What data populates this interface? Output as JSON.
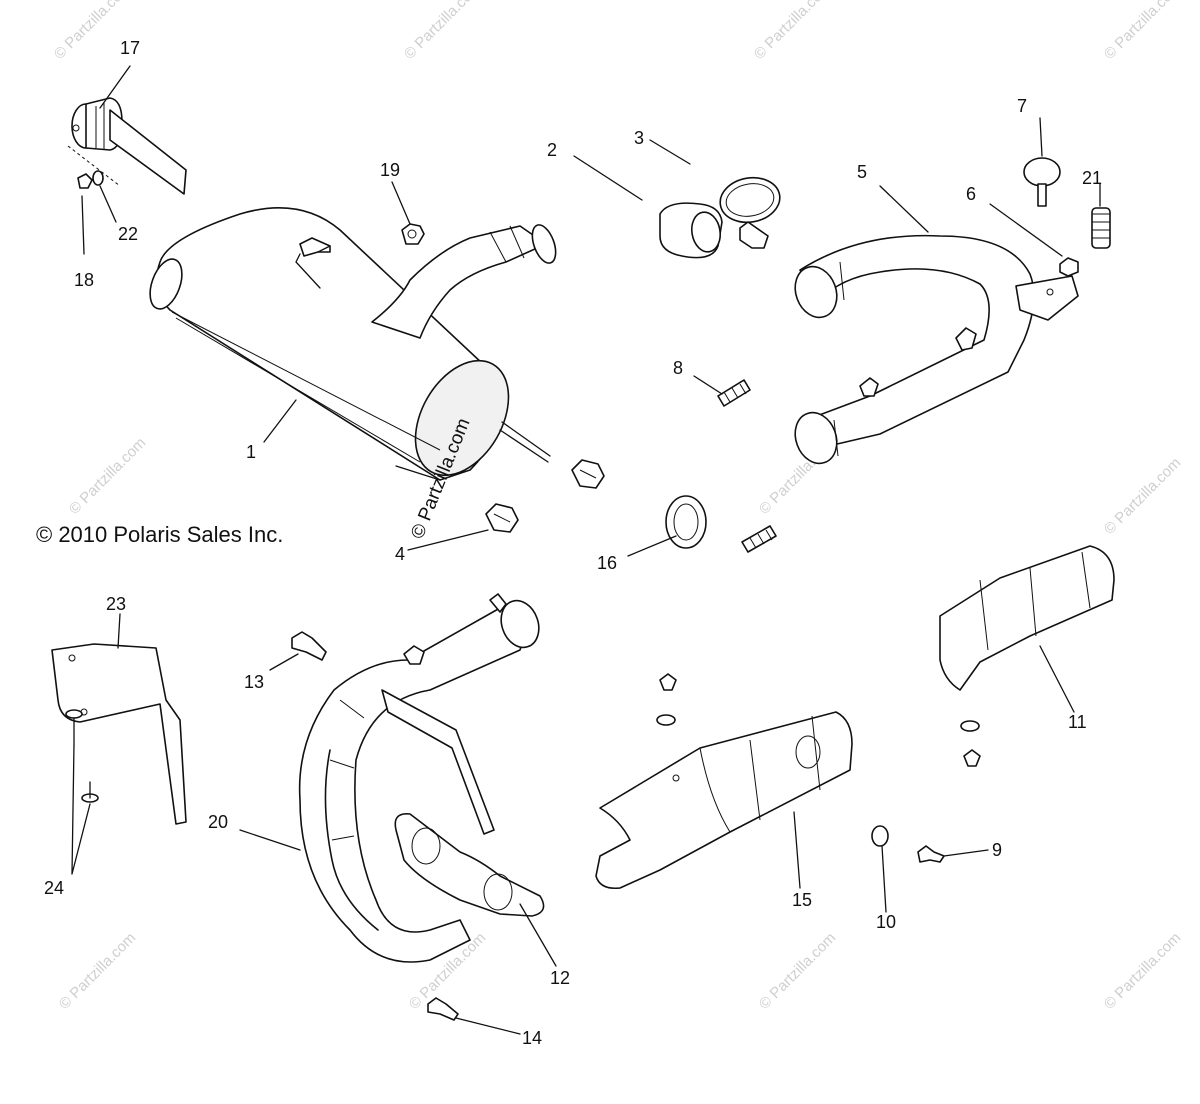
{
  "copyright": "© 2010 Polaris Sales Inc.",
  "center_watermark": "© Partzilla.com",
  "tile_watermark": "© Partzilla.com",
  "callouts": [
    "1",
    "2",
    "3",
    "4",
    "5",
    "6",
    "7",
    "8",
    "9",
    "10",
    "11",
    "12",
    "13",
    "14",
    "15",
    "16",
    "17",
    "18",
    "19",
    "20",
    "21",
    "22",
    "23",
    "24"
  ],
  "colors": {
    "line": "#111111",
    "watermark": "#cfcfcf",
    "background": "#ffffff"
  }
}
